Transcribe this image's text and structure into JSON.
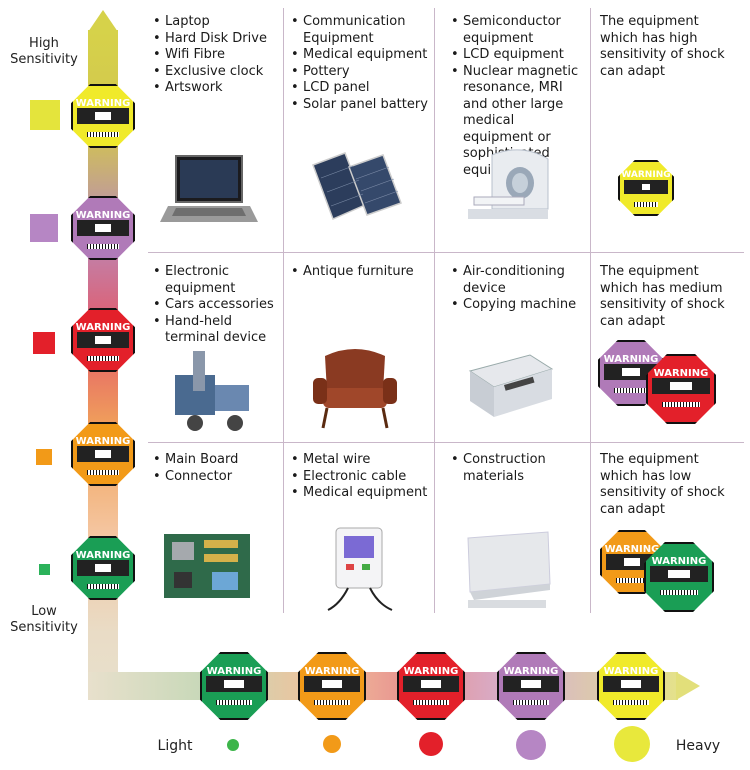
{
  "axis": {
    "high_sensitivity": "High Sensitivity",
    "low_sensitivity": "Low Sensitivity",
    "light": "Light",
    "heavy": "Heavy"
  },
  "label_text": {
    "warning": "WARNING"
  },
  "colors": {
    "yellow": "#f0ea2a",
    "purple": "#b07ab8",
    "red": "#e3202a",
    "orange": "#f29a18",
    "green": "#1a9e55"
  },
  "rows": [
    {
      "col1": [
        "Laptop",
        "Hard Disk Drive",
        "Wifi Fibre",
        "Exclusive clock",
        "Artswork"
      ],
      "col2": [
        "Communication Equipment",
        "Medical equipment",
        "Pottery",
        "LCD panel",
        "Solar panel battery"
      ],
      "col3": [
        "Semiconductor equipment",
        "LCD equipment",
        "Nuclear magnetic resonance, MRI and other large medical equipment or sophisticated equipment"
      ],
      "col4": "The equipment which has high sensitivity of shock can adapt"
    },
    {
      "col1": [
        "Electronic equipment",
        "Cars accessories",
        "Hand-held terminal device"
      ],
      "col2": [
        "Antique furniture"
      ],
      "col3": [
        "Air-conditioning device",
        "Copying machine"
      ],
      "col4": "The equipment which has medium sensitivity of shock can adapt"
    },
    {
      "col1": [
        "Main Board",
        "Connector"
      ],
      "col2": [
        "Metal wire",
        "Electronic cable",
        "Medical equipment"
      ],
      "col3": [
        "Construction materials"
      ],
      "col4": "The equipment which has low sensitivity of shock can adapt"
    }
  ]
}
